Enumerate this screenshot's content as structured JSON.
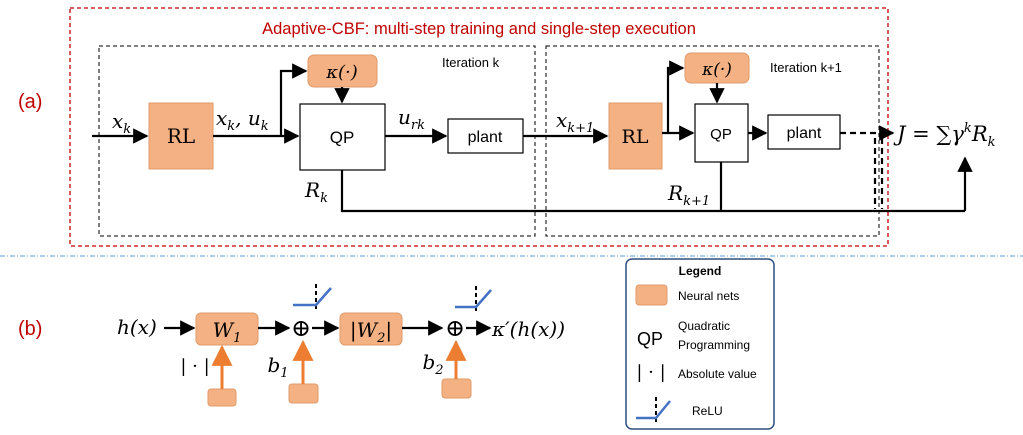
{
  "colors": {
    "accent_red": "#c00000",
    "neural_fill": "#f4b183",
    "relu_blue": "#4472c4",
    "bias_arrow": "#ed7d31",
    "line": "#000000",
    "separator": "#5b9bd5",
    "legend_border": "#2f4f7f"
  },
  "panel_a": {
    "label": "(a)",
    "title": "Adaptive-CBF: multi-step training and single-step execution",
    "iter_k": "Iteration k",
    "iter_k1": "Iteration k+1",
    "rl": "RL",
    "qp": "QP",
    "plant": "plant",
    "kappa": "κ(·)",
    "x_k": "x",
    "x_k_sub": "k",
    "xu_1": "x",
    "xu_1_sub": "k",
    "xu_mid": ", u",
    "xu_2_sub": "k",
    "u_rk": "u",
    "u_rk_sub": "rk",
    "x_k1": "x",
    "x_k1_sub": "k+1",
    "r_k": "R",
    "r_k_sub": "k",
    "r_k1": "R",
    "r_k1_sub": "k+1",
    "objective_J": "J = ∑",
    "objective_gamma": "γ",
    "objective_gamma_sup": "k",
    "objective_R": "R",
    "objective_R_sub": "k"
  },
  "panel_b": {
    "label": "(b)",
    "hx": "h(x)",
    "w1": "W",
    "w1_sub": "1",
    "w2_open": "|W",
    "w2_sub": "2",
    "w2_close": "|",
    "abs": "| · |",
    "b1": "b",
    "b1_sub": "1",
    "b2": "b",
    "b2_sub": "2",
    "oplus": "⊕",
    "out": "κ′(h(x))"
  },
  "legend": {
    "title": "Legend",
    "neural": "Neural nets",
    "qp_symbol": "QP",
    "qp_line1": "Quadratic",
    "qp_line2": "Programming",
    "abs_symbol": "| · |",
    "abs_label": "Absolute value",
    "relu_label": "ReLU"
  }
}
